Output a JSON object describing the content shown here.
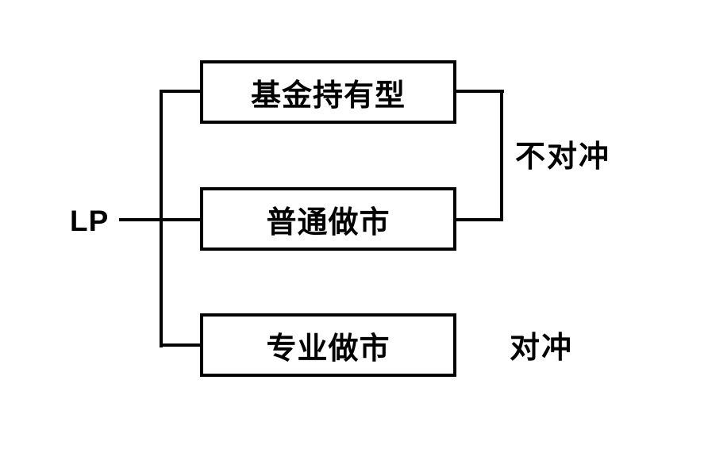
{
  "diagram": {
    "root": {
      "label": "LP"
    },
    "boxes": [
      {
        "label": "基金持有型"
      },
      {
        "label": "普通做市"
      },
      {
        "label": "专业做市"
      }
    ],
    "annotations": {
      "no_hedge": "不对冲",
      "hedge": "对冲"
    },
    "colors": {
      "line": "#000000",
      "background": "#ffffff",
      "text": "#000000"
    }
  }
}
